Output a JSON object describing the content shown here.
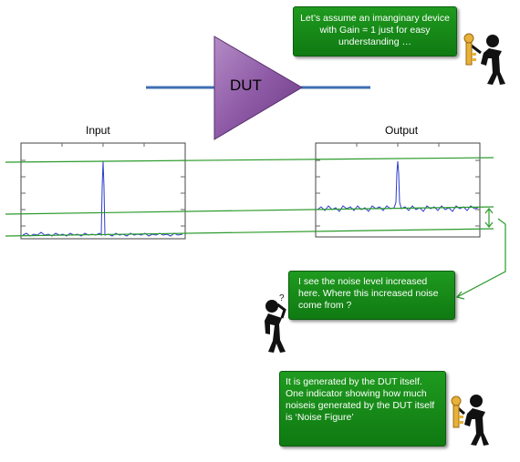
{
  "amplifier": {
    "label": "DUT",
    "fill": "#8e5aa6"
  },
  "panels": {
    "input_label": "Input",
    "output_label": "Output"
  },
  "bubbles": {
    "assumption": "Let’s assume an imanginary device with Gain = 1 just for easy understanding …",
    "question": "I see the noise level increased here. Where this increased noise come from ?",
    "answer": "It is generated by the DUT itself. One indicator showing how much noiseis generated by the DUT itself is ‘Noise Figure’"
  },
  "colors": {
    "bubble": "#13891a",
    "guide_lines": "#2a9a2a",
    "trace": "#2b3ec9",
    "wire": "#3f6fb0"
  },
  "icons": [
    "stick-figure-with-key-icon",
    "thinking-stick-figure-icon",
    "stick-figure-with-key-icon"
  ]
}
